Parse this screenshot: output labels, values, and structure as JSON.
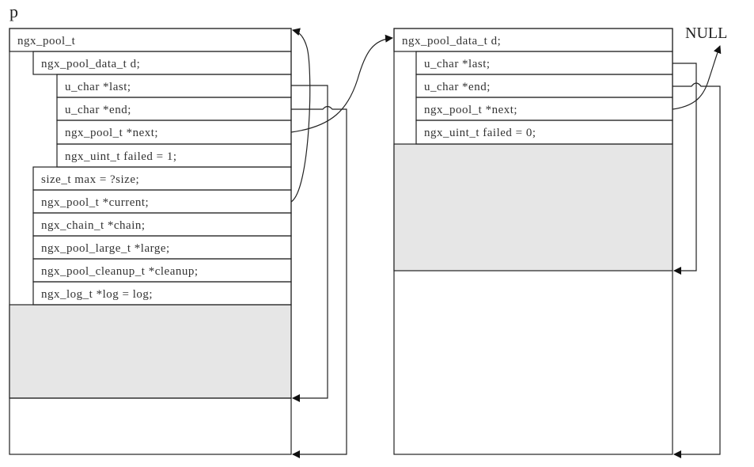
{
  "labels": {
    "p": "p",
    "null": "NULL"
  },
  "pool_p": {
    "fields": [
      "ngx_pool_t",
      "ngx_pool_data_t d;",
      "u_char *last;",
      "u_char *end;",
      "ngx_pool_t *next;",
      "ngx_uint_t failed = 1;",
      "size_t max = ?size;",
      "ngx_pool_t *current;",
      "ngx_chain_t *chain;",
      "ngx_pool_large_t *large;",
      "ngx_pool_cleanup_t *cleanup;",
      "ngx_log_t *log = log;"
    ]
  },
  "pool_next": {
    "fields": [
      "ngx_pool_data_t d;",
      "u_char *last;",
      "u_char *end;",
      "ngx_pool_t *next;",
      "ngx_uint_t failed = 0;"
    ]
  },
  "colors": {
    "line": "#222222",
    "used_region": "#e6e6e6",
    "text": "#333333"
  }
}
